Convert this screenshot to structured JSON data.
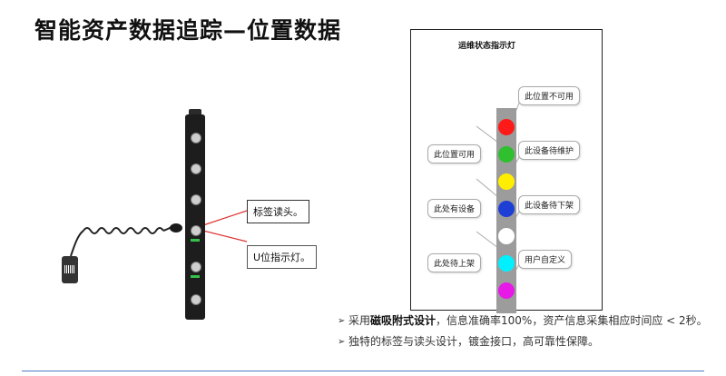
{
  "title": "智能资产数据追踪—位置数据",
  "device": {
    "callout_reader": "标签读头。",
    "callout_light": "U位指示灯。"
  },
  "panel": {
    "title": "运维状态指示灯",
    "leds": [
      {
        "color": "#ff1a1a",
        "label": "此位置不可用",
        "side": "right"
      },
      {
        "color": "#2fbf2f",
        "label": "此位置可用",
        "side": "left"
      },
      {
        "color": "#ffee00",
        "label": "此设备待维护",
        "side": "right"
      },
      {
        "color": "#1d3fd6",
        "label": "此处有设备",
        "side": "left"
      },
      {
        "color": "#ffffff",
        "label": "此设备待下架",
        "side": "right"
      },
      {
        "color": "#00f0ff",
        "label": "此处待上架",
        "side": "left"
      },
      {
        "color": "#e619e6",
        "label": "用户自定义",
        "side": "right"
      }
    ]
  },
  "bullets": {
    "b1_prefix": "采用",
    "b1_bold": "磁吸附式设计",
    "b1_suffix": "，信息准确率100%，资产信息采集相应时间应 < 2秒。",
    "b2": "独特的标签与读头设计，镀金接口，高可靠性保障。"
  }
}
